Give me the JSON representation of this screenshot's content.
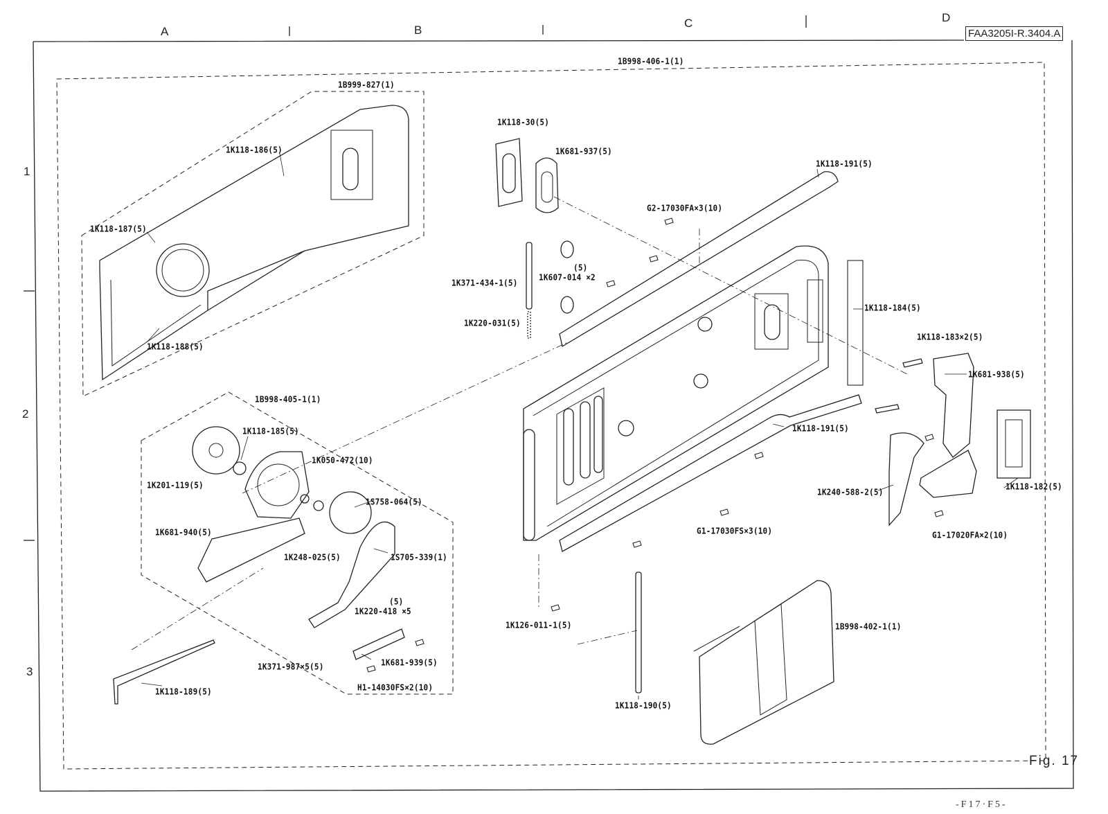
{
  "doc_code": "FAA3205I-R.3404.A",
  "figure": "Fig. 17",
  "page_footer": "-F17·F5-",
  "grid": {
    "columns": [
      "A",
      "B",
      "C",
      "D"
    ],
    "rows": [
      "1",
      "2",
      "3"
    ]
  },
  "assemblies": {
    "main": "1B998-406-1(1)",
    "top_cover": "1B999-827(1)",
    "spool_unit": "1B998-405-1(1)",
    "plate": "1B998-402-1(1)"
  },
  "parts": {
    "p_1k118_186": "1K118-186(5)",
    "p_1k118_187": "1K118-187(5)",
    "p_1k118_188": "1K118-188(5)",
    "p_1k118_30": "1K118-30(5)",
    "p_1k681_937": "1K681-937(5)",
    "p_1k118_191a": "1K118-191(5)",
    "p_g2_17030": "G2-17030FA×3(10)",
    "p_1k371_434": "1K371-434-1(5)",
    "p_1k607_qty": "(5)",
    "p_1k607": "1K607-014 ×2",
    "p_1k220_031": "1K220-031(5)",
    "p_1k118_184": "1K118-184(5)",
    "p_1k118_183": "1K118-183×2(5)",
    "p_1k681_938": "1K681-938(5)",
    "p_1k118_185": "1K118-185(5)",
    "p_1k201_119": "1K201-119(5)",
    "p_1k050_472": "1K050-472(10)",
    "p_1s758_064": "1S758-064(5)",
    "p_1k681_940": "1K681-940(5)",
    "p_1k248_025": "1K248-025(5)",
    "p_1s705_339": "1S705-339(1)",
    "p_1k118_191b": "1K118-191(5)",
    "p_1k240_588": "1K240-588-2(5)",
    "p_1k118_182": "1K118-182(5)",
    "p_g1_17030": "G1-17030FS×3(10)",
    "p_g1_17020": "G1-17020FA×2(10)",
    "p_1k220_418_qty": "(5)",
    "p_1k220_418": "1K220-418 ×5",
    "p_1k126_011": "1K126-011-1(5)",
    "p_1k371_987": "1K371-987×5(5)",
    "p_1k681_939": "1K681-939(5)",
    "p_h1_14030": "H1-14030FS×2(10)",
    "p_1k118_189": "1K118-189(5)",
    "p_1k118_190": "1K118-190(5)"
  }
}
